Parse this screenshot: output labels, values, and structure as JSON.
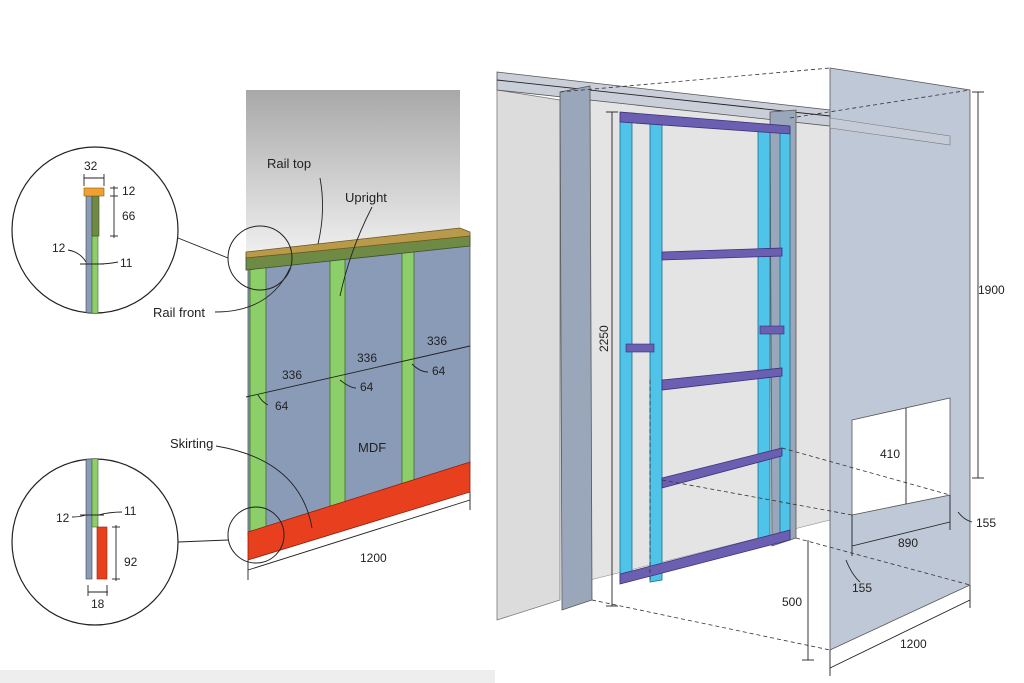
{
  "left_diagram": {
    "labels": {
      "rail_top": "Rail top",
      "upright": "Upright",
      "rail_front": "Rail front",
      "skirting": "Skirting",
      "mdf": "MDF"
    },
    "dimensions": {
      "spacing_1": "336",
      "spacing_2": "336",
      "spacing_3": "336",
      "upright_1": "64",
      "upright_2": "64",
      "upright_3": "64",
      "width": "1200"
    },
    "top_detail": {
      "width": "32",
      "rail_top_thickness": "12",
      "rail_front_height": "66",
      "mdf_thickness": "12",
      "upright_thickness": "11"
    },
    "bottom_detail": {
      "mdf_thickness": "12",
      "upright_thickness": "11",
      "skirting_height": "92",
      "skirting_thickness": "18"
    }
  },
  "right_diagram": {
    "dimensions": {
      "frame_height": "2250",
      "panel_height": "1900",
      "opening_height": "410",
      "opening_width": "890",
      "left_margin": "155",
      "right_margin": "155",
      "bottom_height": "500",
      "panel_width": "1200"
    }
  },
  "colors": {
    "mdf": "#8a9bb8",
    "upright": "#8ccf6a",
    "rail_top": "#b89a4a",
    "rail_front": "#6e8a45",
    "skirting": "#e8401f",
    "frame_blue": "#4fc3e8",
    "frame_purple": "#6a5fb0",
    "panel": "#a9b6c9",
    "wall": "#dcdcdc",
    "detail_orange": "#f0a030"
  }
}
